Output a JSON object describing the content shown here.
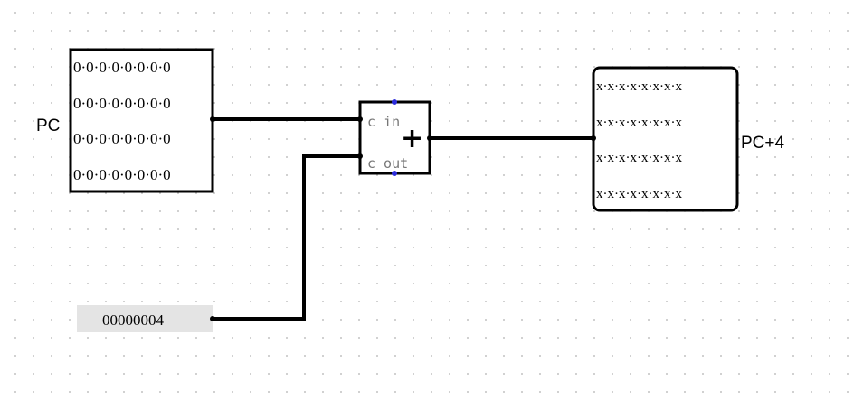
{
  "pc_register": {
    "label": "PC",
    "rows": [
      "0·0·0·0·0·0·0·0",
      "0·0·0·0·0·0·0·0",
      "0·0·0·0·0·0·0·0",
      "0·0·0·0·0·0·0·0"
    ]
  },
  "pc4_register": {
    "label": "PC+4",
    "rows": [
      "x·x·x·x·x·x·x·x",
      "x·x·x·x·x·x·x·x",
      "x·x·x·x·x·x·x·x",
      "x·x·x·x·x·x·x·x"
    ]
  },
  "adder": {
    "symbol": "+",
    "carry_in": "c in",
    "carry_out": "c out"
  },
  "constant": {
    "value": "00000004"
  },
  "colors": {
    "wire": "#000000",
    "grid_dot": "#b0b0b0",
    "port_dot": "#2b2bdc",
    "constant_bg": "#e4e4e4"
  }
}
